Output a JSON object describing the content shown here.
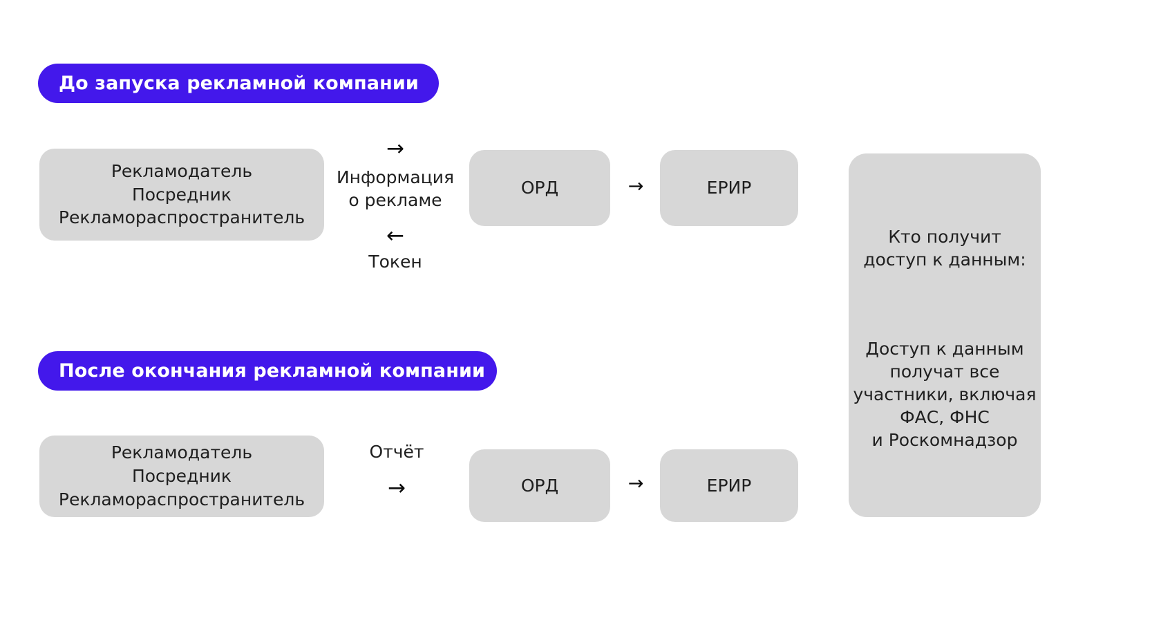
{
  "colors": {
    "accent_purple": "#4318EB",
    "box_gray": "#D7D7D7",
    "text_dark": "#1f1f1f",
    "background": "#ffffff"
  },
  "sections": {
    "before": {
      "badge_label": "До запуска рекламной компании",
      "actors_box": "Рекламодатель\nПосредник\nРекламораспространитель",
      "flow_info_label": "Информация\nо рекламе",
      "flow_info_arrow": "→",
      "flow_token_label": "Токен",
      "flow_token_arrow": "←",
      "ord_box": "ОРД",
      "ord_to_erir_arrow": "→",
      "erir_box": "ЕРИР"
    },
    "after": {
      "badge_label": "После окончания рекламной компании",
      "actors_box": "Рекламодатель\nПосредник\nРекламораспространитель",
      "flow_report_label": "Отчёт",
      "flow_report_arrow": "→",
      "ord_box": "ОРД",
      "ord_to_erir_arrow": "→",
      "erir_box": "ЕРИР"
    }
  },
  "access_panel": {
    "heading": "Кто получит\nдоступ к данным:",
    "body": "Доступ к данным\nполучат все\nучастники, включая\nФАС, ФНС\nи Роскомнадзор"
  }
}
